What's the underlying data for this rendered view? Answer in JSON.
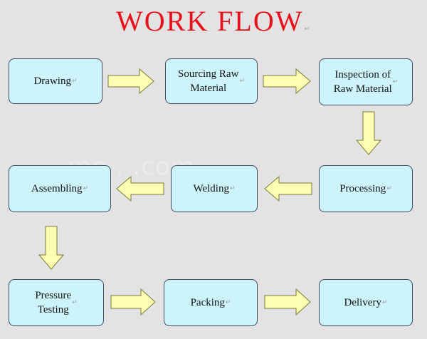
{
  "title": "WORK FLOW",
  "paragraph_mark": "↵",
  "watermark": "me                    .                .com",
  "colors": {
    "title": "#e8101a",
    "box_fill": "#ccf4fa",
    "box_border": "#3f4a5a",
    "arrow_fill": "#ffffb4",
    "arrow_stroke": "#7a7a3a",
    "background": "#e3e3e3"
  },
  "steps": [
    {
      "id": "drawing",
      "label": "Drawing"
    },
    {
      "id": "sourcing",
      "label": "Sourcing Raw\nMaterial"
    },
    {
      "id": "inspection",
      "label": "Inspection of\nRaw Material"
    },
    {
      "id": "processing",
      "label": "Processing"
    },
    {
      "id": "welding",
      "label": "Welding"
    },
    {
      "id": "assembling",
      "label": "Assembling"
    },
    {
      "id": "pressure-testing",
      "label": "Pressure\nTesting"
    },
    {
      "id": "packing",
      "label": "Packing"
    },
    {
      "id": "delivery",
      "label": "Delivery"
    }
  ],
  "flow": [
    [
      "drawing",
      "sourcing"
    ],
    [
      "sourcing",
      "inspection"
    ],
    [
      "inspection",
      "processing"
    ],
    [
      "processing",
      "welding"
    ],
    [
      "welding",
      "assembling"
    ],
    [
      "assembling",
      "pressure-testing"
    ],
    [
      "pressure-testing",
      "packing"
    ],
    [
      "packing",
      "delivery"
    ]
  ]
}
